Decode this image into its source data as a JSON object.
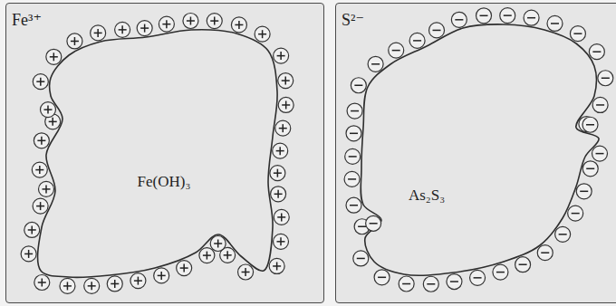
{
  "diagram": {
    "nodes": [
      {
        "text": [
          "Fe³⁺"
        ]
      },
      {
        "text": [
          "Fe(OH)₃"
        ],
        "in": 0
      },
      {
        "text": [
          "S²⁻"
        ]
      },
      {
        "text": [
          "As₂S₃"
        ],
        "in": 2
      }
    ]
  }
}
